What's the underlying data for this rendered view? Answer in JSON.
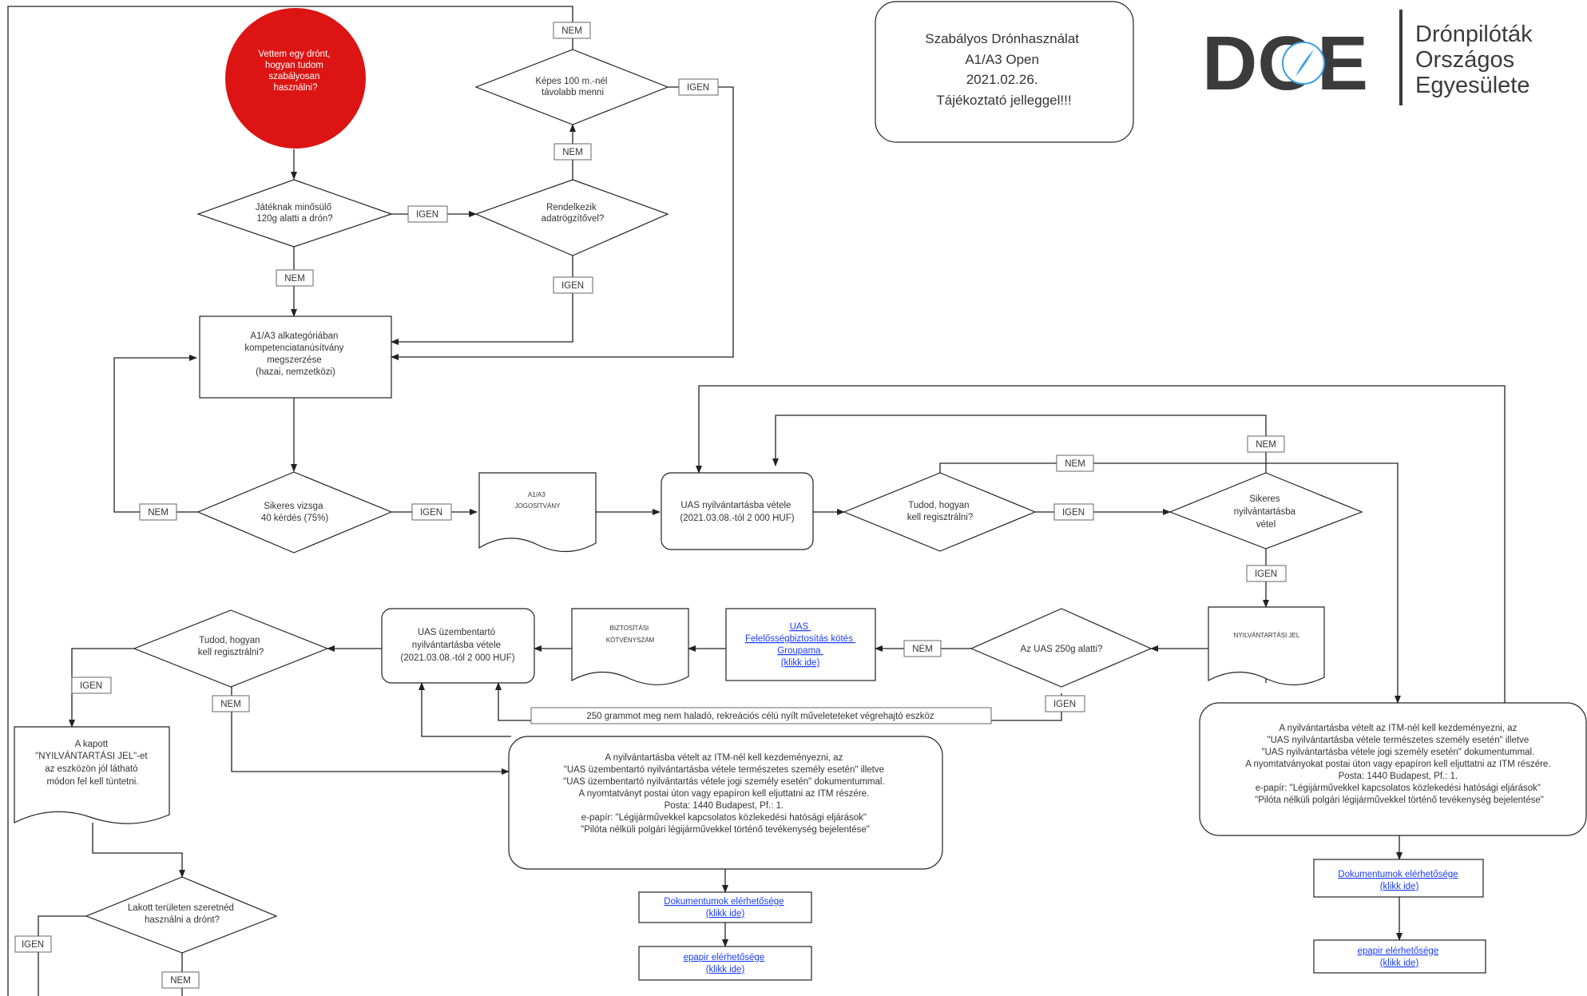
{
  "info": {
    "line1": "Szabályos Drónhasználat",
    "line2": "A1/A3 Open",
    "line3": "2021.02.26.",
    "line4": "Tájékoztató jelleggel!!!"
  },
  "logo": {
    "letters": "DOE",
    "line1": "Drónpilóták",
    "line2": "Országos",
    "line3": "Egyesülete"
  },
  "colors": {
    "start_circle": "#dc1414",
    "link": "#1a3cff"
  },
  "nodes": {
    "start": [
      "Vettem egy drónt,",
      "hogyan tudom",
      "szabályosan",
      "használni?"
    ],
    "toy_question": [
      "Játéknak minősülő",
      "120g alatti a drón?"
    ],
    "recorder_question": [
      "Rendelkezik",
      "adatrögzítővel?"
    ],
    "range_question": [
      "Képes 100 m.-nél",
      "távolabb menni"
    ],
    "competence": [
      "A1/A3 alkategóriában",
      "kompetenciatanúsítvány",
      "megszerzése",
      "(hazai, nemzetközi)"
    ],
    "exam_question": [
      "Sikeres vizsga",
      "40 kérdés (75%)"
    ],
    "license_doc": [
      "A1/A3",
      "JOGOSÍTVÁNY"
    ],
    "uas_registration": [
      "UAS nyilvántartásba vétele",
      "(2021.03.08.-tól 2 000 HUF)"
    ],
    "know_register_question": [
      "Tudod, hogyan",
      "kell regisztrálni?"
    ],
    "successful_registration": [
      "Sikeres",
      "nyilvántartásba",
      "vétel"
    ],
    "registration_mark_doc": [
      "NYILVÁNTARTÁSI JEL"
    ],
    "weight_question": [
      "Az UAS 250g alatti?"
    ],
    "insurance_link": [
      "UAS",
      "Felelősségbiztosítás kötés",
      "Groupama",
      "(klikk ide)"
    ],
    "insurance_doc": [
      "BIZTOSÍTÁSI",
      "KÖTVÉNYSZÁM"
    ],
    "operator_registration": [
      "UAS üzembentartó",
      "nyilvántartásba vétele",
      "(2021.03.08.-tól 2 000 HUF)"
    ],
    "know_register_question_2": [
      "Tudod, hogyan",
      "kell regisztrálni?"
    ],
    "display_mark_doc": [
      "A kapott",
      "\"NYILVÁNTARTÁSI JEL\"-et",
      "az eszközön jól látható",
      "módon fel kell tüntetni."
    ],
    "populated_area_question": [
      "Lakott területen szeretnéd",
      "használni a drónt?"
    ],
    "recreational_note": [
      "250 grammot meg nem haladó, rekreációs célú nyílt műveleteteket végrehajtó eszköz"
    ],
    "itm_operator_info": [
      "A nyilvántartásba vételt az ITM-nél kell kezdeményezni, az",
      "\"UAS üzembentartó nyilvántartásba vétele természetes személy esetén\" illetve",
      "\"UAS üzembentartó nyilvántartás vétele jogi személy esetén\" dokumentummal.",
      "A nyomtatványt postai úton vagy epapíron kell eljuttatni az ITM részére.",
      "Posta: 1440 Budapest, Pf.: 1.",
      "e-papír: \"Légijárművekkel kapcsolatos közlekedési hatósági eljárások\"",
      "\"Pilóta nélküli polgári légijárművekkel történő tevékenység bejelentése\""
    ],
    "itm_uas_info": [
      "A nyilvántartásba vételt az ITM-nél kell kezdeményezni, az",
      "\"UAS nyilvántartásba vétele természetes személy esetén\" illetve",
      "\"UAS nyilvántartásba vétele jogi személy esetén\" dokumentummal.",
      "A nyomtatványokat postai úton vagy epapíron kell eljuttatni az ITM részére.",
      "Posta: 1440 Budapest, Pf.: 1.",
      "e-papír: \"Légijárművekkel kapcsolatos közlekedési hatósági eljárások\"",
      "\"Pilóta nélküli polgári légijárművekkel történő tevékenység bejelentése\""
    ],
    "documents_link_1": [
      "Dokumentumok elérhetősége",
      "(klikk ide)"
    ],
    "epapir_link_1": [
      "epapir elérhetősége",
      "(klikk ide)"
    ],
    "documents_link_2": [
      "Dokumentumok elérhetősége",
      "(klikk ide)"
    ],
    "epapir_link_2": [
      "epapir elérhetősége",
      "(klikk ide)"
    ]
  },
  "edge_labels": {
    "toy_yes": "IGEN",
    "toy_no": "NEM",
    "recorder_no": "NEM",
    "recorder_yes": "IGEN",
    "range_no": "NEM",
    "range_yes": "IGEN",
    "exam_no": "NEM",
    "exam_yes": "IGEN",
    "know_yes": "IGEN",
    "know_no": "NEM",
    "reg_no": "NEM",
    "reg_yes": "IGEN",
    "weight_no": "NEM",
    "weight_yes": "IGEN",
    "know2_yes": "IGEN",
    "know2_no": "NEM",
    "populated_yes": "IGEN",
    "populated_no": "NEM"
  }
}
